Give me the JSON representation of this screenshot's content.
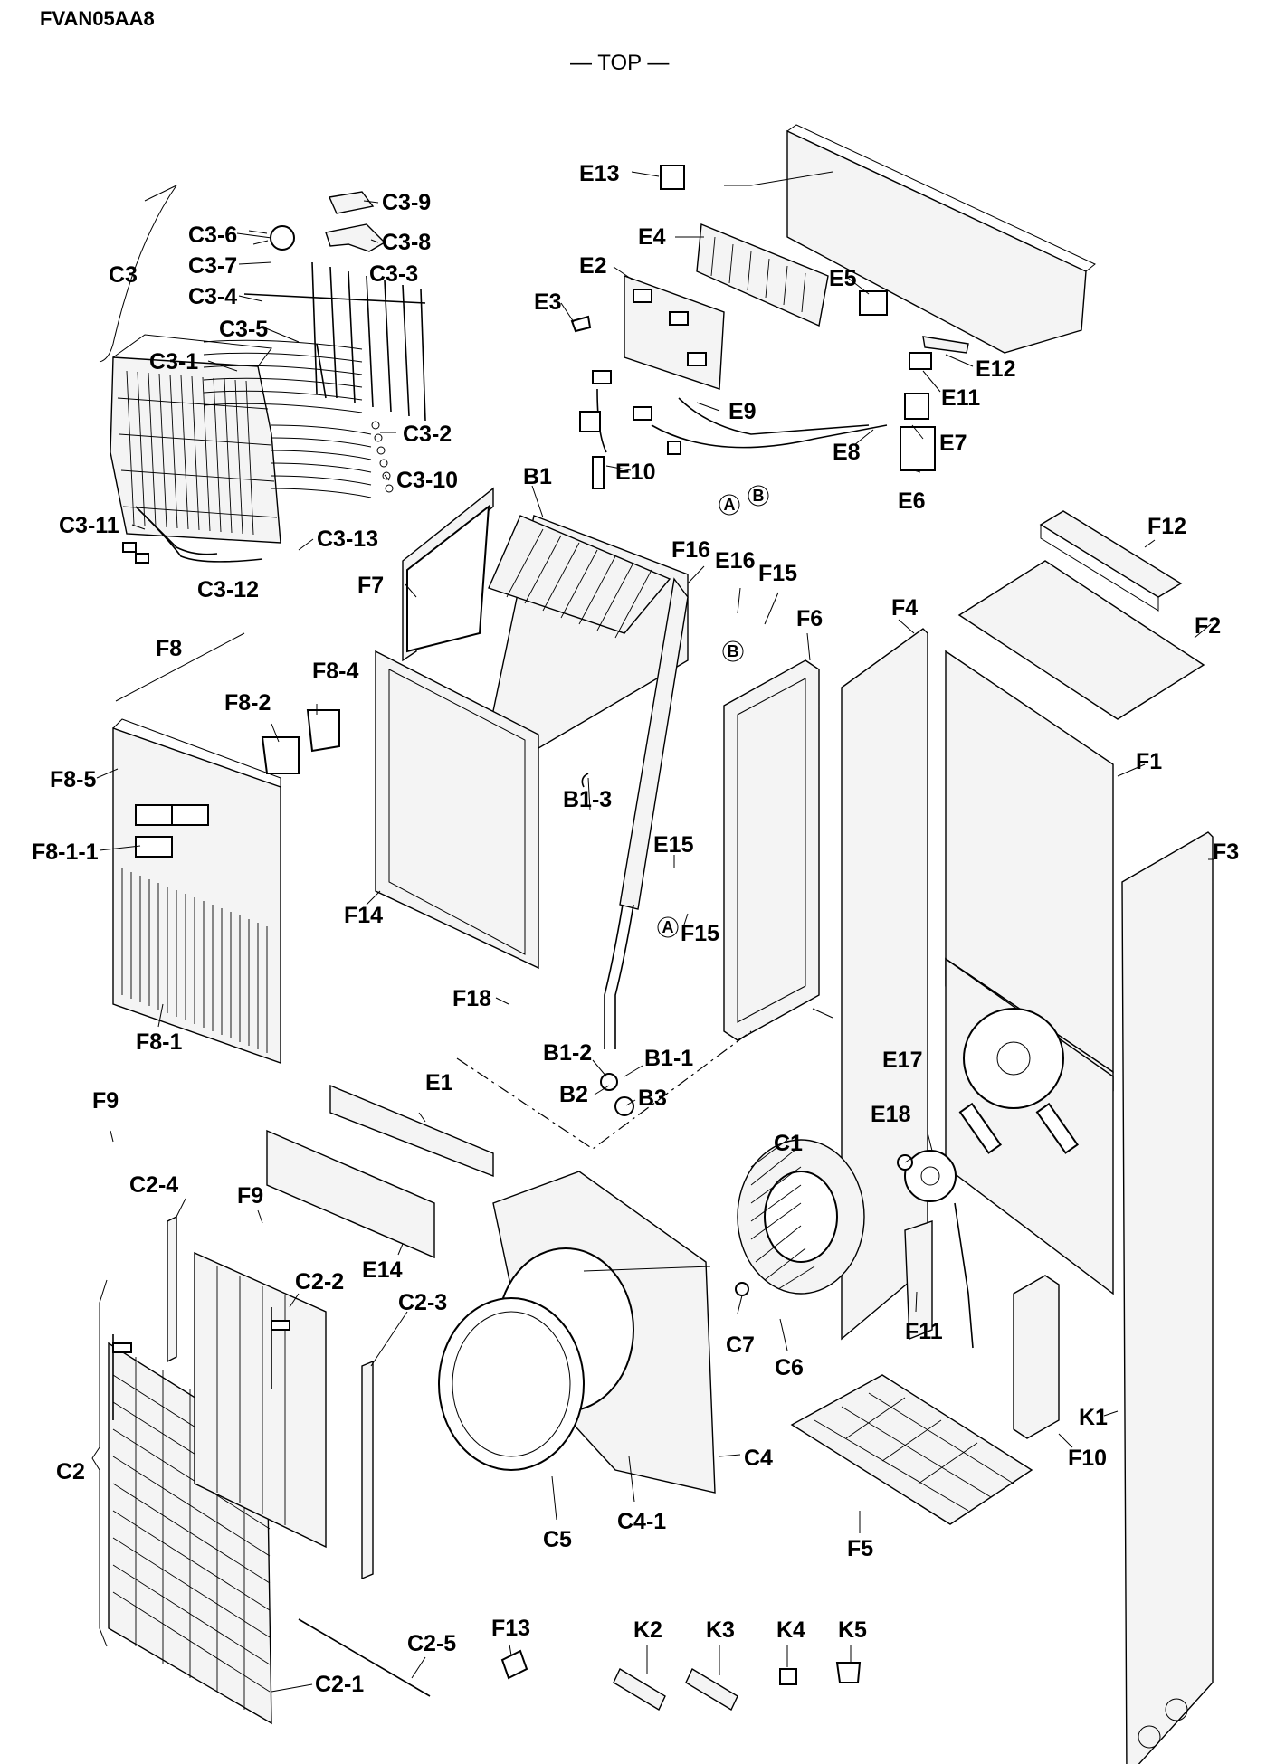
{
  "header": {
    "model_code": "FVAN05AA8",
    "orientation_label": "— TOP —"
  },
  "callouts": {
    "C3": "C3",
    "C3_1": "C3-1",
    "C3_2": "C3-2",
    "C3_3": "C3-3",
    "C3_4": "C3-4",
    "C3_5": "C3-5",
    "C3_6": "C3-6",
    "C3_7": "C3-7",
    "C3_8": "C3-8",
    "C3_9": "C3-9",
    "C3_10": "C3-10",
    "C3_11": "C3-11",
    "C3_12": "C3-12",
    "C3_13": "C3-13",
    "E1": "E1",
    "E2": "E2",
    "E3": "E3",
    "E4": "E4",
    "E5": "E5",
    "E6": "E6",
    "E7": "E7",
    "E8": "E8",
    "E9": "E9",
    "E10": "E10",
    "E11": "E11",
    "E12": "E12",
    "E13": "E13",
    "E14": "E14",
    "E15": "E15",
    "E16": "E16",
    "E17": "E17",
    "E18": "E18",
    "B1": "B1",
    "B1_1": "B1-1",
    "B1_2": "B1-2",
    "B1_3": "B1-3",
    "B2": "B2",
    "B3": "B3",
    "F1": "F1",
    "F2": "F2",
    "F3": "F3",
    "F4": "F4",
    "F5": "F5",
    "F6": "F6",
    "F7": "F7",
    "F8": "F8",
    "F8_1": "F8-1",
    "F8_1_1": "F8-1-1",
    "F8_2": "F8-2",
    "F8_4": "F8-4",
    "F8_5": "F8-5",
    "F9a": "F9",
    "F9b": "F9",
    "F10": "F10",
    "F11": "F11",
    "F12": "F12",
    "F13": "F13",
    "F14": "F14",
    "F15a": "F15",
    "F15b": "F15",
    "F16": "F16",
    "F18": "F18",
    "C1": "C1",
    "C2": "C2",
    "C2_1": "C2-1",
    "C2_2": "C2-2",
    "C2_3": "C2-3",
    "C2_4": "C2-4",
    "C2_5": "C2-5",
    "C4": "C4",
    "C4_1": "C4-1",
    "C5": "C5",
    "C6": "C6",
    "C7": "C7",
    "K1": "K1",
    "K2": "K2",
    "K3": "K3",
    "K4": "K4",
    "K5": "K5"
  },
  "connector_marks": {
    "A1": "A",
    "B1": "B",
    "A2": "A",
    "B2": "B"
  }
}
